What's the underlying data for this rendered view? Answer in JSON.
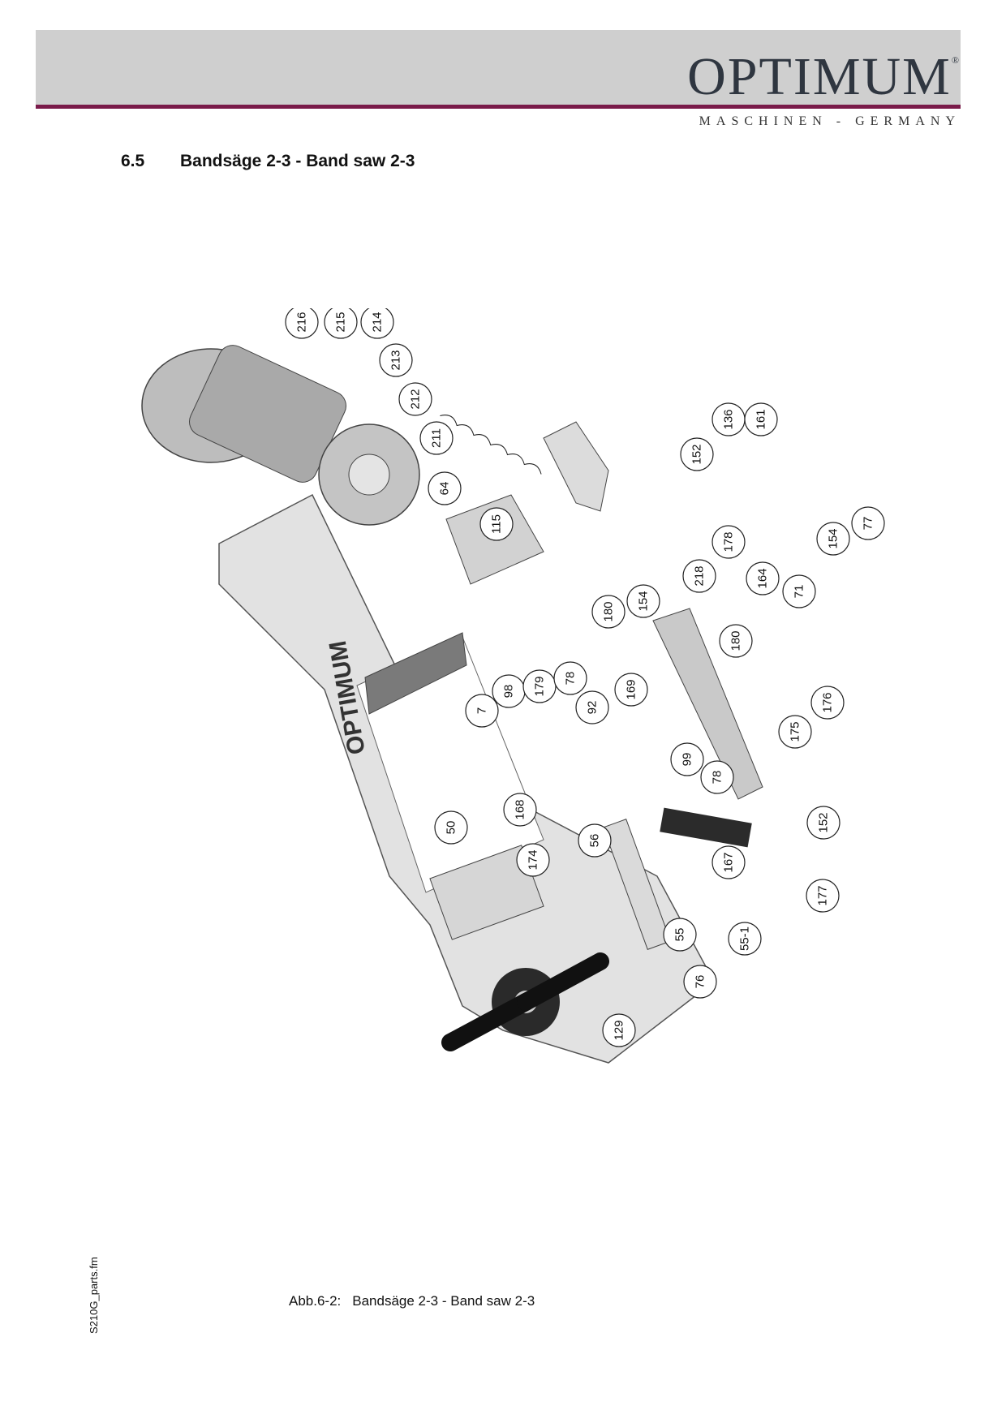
{
  "header": {
    "brand": "OPTIMUM",
    "registered": "®",
    "tagline": "MASCHINEN - GERMANY",
    "accent_color": "#7a1b4a"
  },
  "section": {
    "number": "6.5",
    "title": "Bandsäge 2-3 - Band saw 2-3"
  },
  "figure": {
    "body_logo": "OPTIMUM",
    "callouts": [
      "216",
      "215",
      "214",
      "213",
      "212",
      "211",
      "64",
      "152",
      "136",
      "161",
      "178",
      "218",
      "115",
      "154",
      "180",
      "77",
      "154",
      "164",
      "71",
      "180",
      "98",
      "179",
      "78",
      "92",
      "169",
      "7",
      "176",
      "175",
      "99",
      "78",
      "168",
      "174",
      "56",
      "167",
      "152",
      "50",
      "177",
      "55",
      "55-1",
      "76",
      "129"
    ]
  },
  "caption": {
    "label": "Abb.6-2:",
    "text": "Bandsäge 2-3 - Band saw 2-3"
  },
  "footer": {
    "file": "S210G_parts.fm"
  }
}
